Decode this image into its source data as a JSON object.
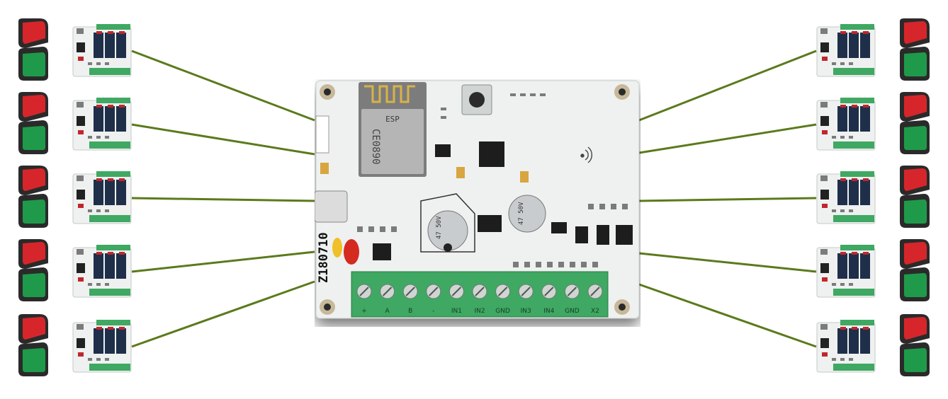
{
  "colors": {
    "link_line": "#5b7a1c",
    "pcb": "#eef1f0",
    "terminal": "#3fa862",
    "light_red": "#d6262b",
    "light_green": "#1f9a4a",
    "module_relay": "#1f2f4a"
  },
  "main_board": {
    "model_label": "Z180710",
    "wifi_module_brand": "ESP",
    "ce_mark": "CE0890",
    "capacitor_label_left": "47 50V",
    "capacitor_label_right": "47 50V",
    "terminal_labels": [
      "+",
      "A",
      "B",
      "-",
      "IN1",
      "IN2",
      "GND",
      "IN3",
      "IN4",
      "GND",
      "X2"
    ]
  },
  "nodes_left": [
    {
      "light_icon": "traffic-light-icon",
      "module_icon": "relay-module-icon"
    },
    {
      "light_icon": "traffic-light-icon",
      "module_icon": "relay-module-icon"
    },
    {
      "light_icon": "traffic-light-icon",
      "module_icon": "relay-module-icon"
    },
    {
      "light_icon": "traffic-light-icon",
      "module_icon": "relay-module-icon"
    },
    {
      "light_icon": "traffic-light-icon",
      "module_icon": "relay-module-icon"
    }
  ],
  "nodes_right": [
    {
      "light_icon": "traffic-light-icon",
      "module_icon": "relay-module-icon"
    },
    {
      "light_icon": "traffic-light-icon",
      "module_icon": "relay-module-icon"
    },
    {
      "light_icon": "traffic-light-icon",
      "module_icon": "relay-module-icon"
    },
    {
      "light_icon": "traffic-light-icon",
      "module_icon": "relay-module-icon"
    },
    {
      "light_icon": "traffic-light-icon",
      "module_icon": "relay-module-icon"
    }
  ]
}
